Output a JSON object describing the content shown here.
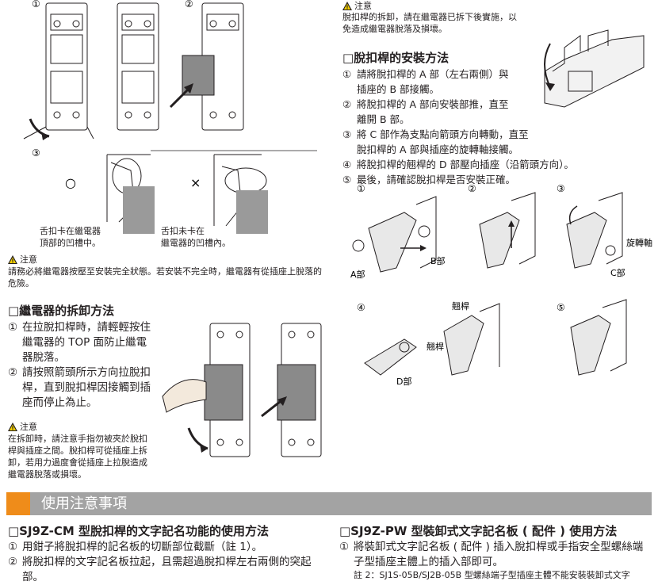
{
  "fig_top": {
    "step_labels": [
      "①",
      "②"
    ],
    "step3_label": "③",
    "ok_mark": "○",
    "ng_mark": "×",
    "ok_caption": "舌扣卡在繼電器\n頂部的凹槽中。",
    "ng_caption": "舌扣未卡在\n繼電器的凹槽內。"
  },
  "caution_1": {
    "label": "注意",
    "text": "請務必將繼電器按壓至安裝完全狀態。若安裝不完全時，繼電器有從插座上脫落的危險。"
  },
  "removal": {
    "heading": "□繼電器的拆卸方法",
    "steps": [
      {
        "num": "①",
        "text": "在拉脫扣桿時，請輕輕按住繼電器的 TOP 面防止繼電器脫落。"
      },
      {
        "num": "②",
        "text": "請按照箭頭所示方向拉脫扣桿，直到脫扣桿因接觸到插座而停止為止。"
      }
    ],
    "caution_label": "注意",
    "caution_text": "在拆卸時，請注意手指勿被夾於脫扣桿與插座之間。脫扣桿可從插座上拆卸，若用力過度會從插座上拉脫造成繼電器脫落或損壞。"
  },
  "caution_right": {
    "label": "注意",
    "text": "脫扣桿的拆卸，請在繼電器已拆下後實施，以免造成繼電器脫落及損壞。"
  },
  "lever_install": {
    "heading": "□脫扣桿的安裝方法",
    "steps": [
      {
        "num": "①",
        "text": "請將脫扣桿的 A 部（左右兩側）與插座的 B 部接觸。"
      },
      {
        "num": "②",
        "text": "將脫扣桿的 A 部向安裝部推，直至離開 B 部。"
      },
      {
        "num": "③",
        "text": "將 C 部作為支點向箭頭方向轉動，直至脫扣桿的 A 部與插座的旋轉軸接觸。"
      },
      {
        "num": "④",
        "text": "將脫扣桿的翹桿的 D 部壓向插座（沿箭頭方向）。"
      },
      {
        "num": "⑤",
        "text": "最後，請確認脫扣桿是否安裝正確。"
      }
    ],
    "fig_numbers": [
      "①",
      "②",
      "③",
      "④",
      "⑤"
    ],
    "fig_labels": {
      "a": "A部",
      "b": "B部",
      "c": "C部",
      "axis": "旋轉軸",
      "d": "D部",
      "lever1": "翹桿",
      "lever2": "翹桿"
    }
  },
  "banner": {
    "title": "使用注意事項",
    "accent_color": "#ef8c1a",
    "bar_color": "#a3a3a3"
  },
  "cm_section": {
    "heading": "□SJ9Z-CM 型脫扣桿的文字記名功能的使用方法",
    "steps": [
      {
        "num": "①",
        "text": "用鉗子將脫扣桿的記名板的切斷部位截斷（註 1）。"
      },
      {
        "num": "②",
        "text": "將脫扣桿的文字記名板拉起，且需超過脫扣桿左右兩側的突起部。"
      }
    ]
  },
  "pw_section": {
    "heading": "□SJ9Z-PW 型裝卸式文字記名板 ( 配件 ) 使用方法",
    "steps": [
      {
        "num": "①",
        "text": "將裝卸式文字記名板 ( 配件 ) 插入脫扣桿或手指安全型螺絲端子型插座主體上的插入部即可。"
      }
    ],
    "note": "註 2：SJ1S-05B/SJ2B-05B 型螺絲端子型插座主體不能安裝裝卸式文字"
  }
}
